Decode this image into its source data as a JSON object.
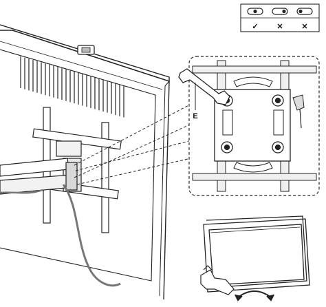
{
  "callout_label": "E",
  "slot_legend": [
    {
      "slot": "centered-slot",
      "mark": "✓",
      "result": "check-mark-icon"
    },
    {
      "slot": "offset-slot",
      "mark": "✕",
      "result": "cross-mark-icon"
    },
    {
      "slot": "end-slot",
      "mark": "✕",
      "result": "cross-mark-icon"
    }
  ],
  "icons": [
    "wrench-icon",
    "rotate-arrows-icon",
    "hand-icon",
    "camera-icon",
    "tv-icon"
  ],
  "colors": {
    "line": "#222222",
    "panel_fill": "#e8e8e8",
    "cable": "#777777"
  }
}
